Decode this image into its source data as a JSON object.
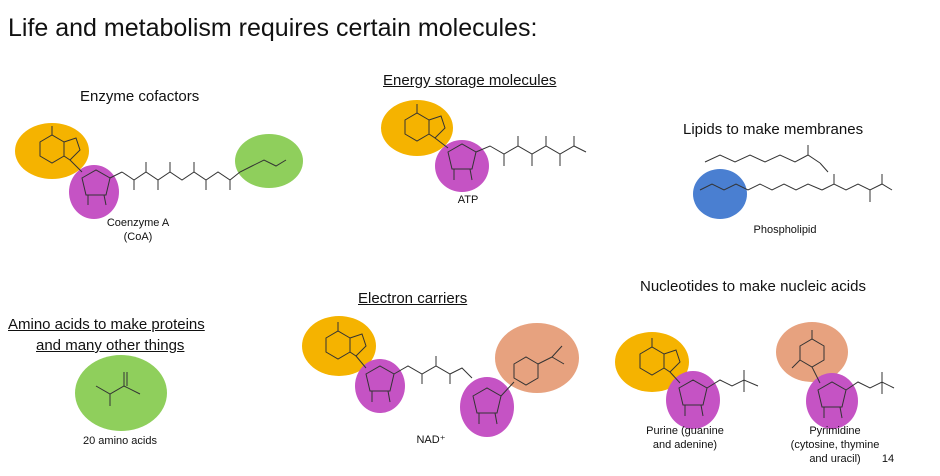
{
  "slide": {
    "title": "Life and metabolism requires certain molecules:",
    "page_number": "14"
  },
  "panels": {
    "enzyme": {
      "heading": "Enzyme cofactors",
      "caption_line1": "Coenzyme A",
      "caption_line2": "(CoA)"
    },
    "energy": {
      "heading": "Energy storage molecules",
      "caption": "ATP"
    },
    "lipids": {
      "heading": "Lipids to make membranes",
      "caption": "Phospholipid"
    },
    "amino": {
      "heading_line1": "Amino acids to make proteins",
      "heading_line2": "and many other things",
      "caption": "20 amino acids"
    },
    "electron": {
      "heading": "Electron carriers",
      "caption": "NAD⁺"
    },
    "nucleotides": {
      "heading": "Nucleotides to make nucleic acids",
      "purine_line1": "Purine (guanine",
      "purine_line2": "and adenine)",
      "pyrimidine_line1": "Pyrimidine",
      "pyrimidine_line2": "(cytosine, thymine",
      "pyrimidine_line3": "and uracil)"
    }
  },
  "colors": {
    "base": "#f5b300",
    "sugar": "#c553c4",
    "lipid": "#4a7fd1",
    "side": "#8fcf5c",
    "nicotinamide": "#e7a27f",
    "pyrimidine_base": "#e7a27f"
  }
}
